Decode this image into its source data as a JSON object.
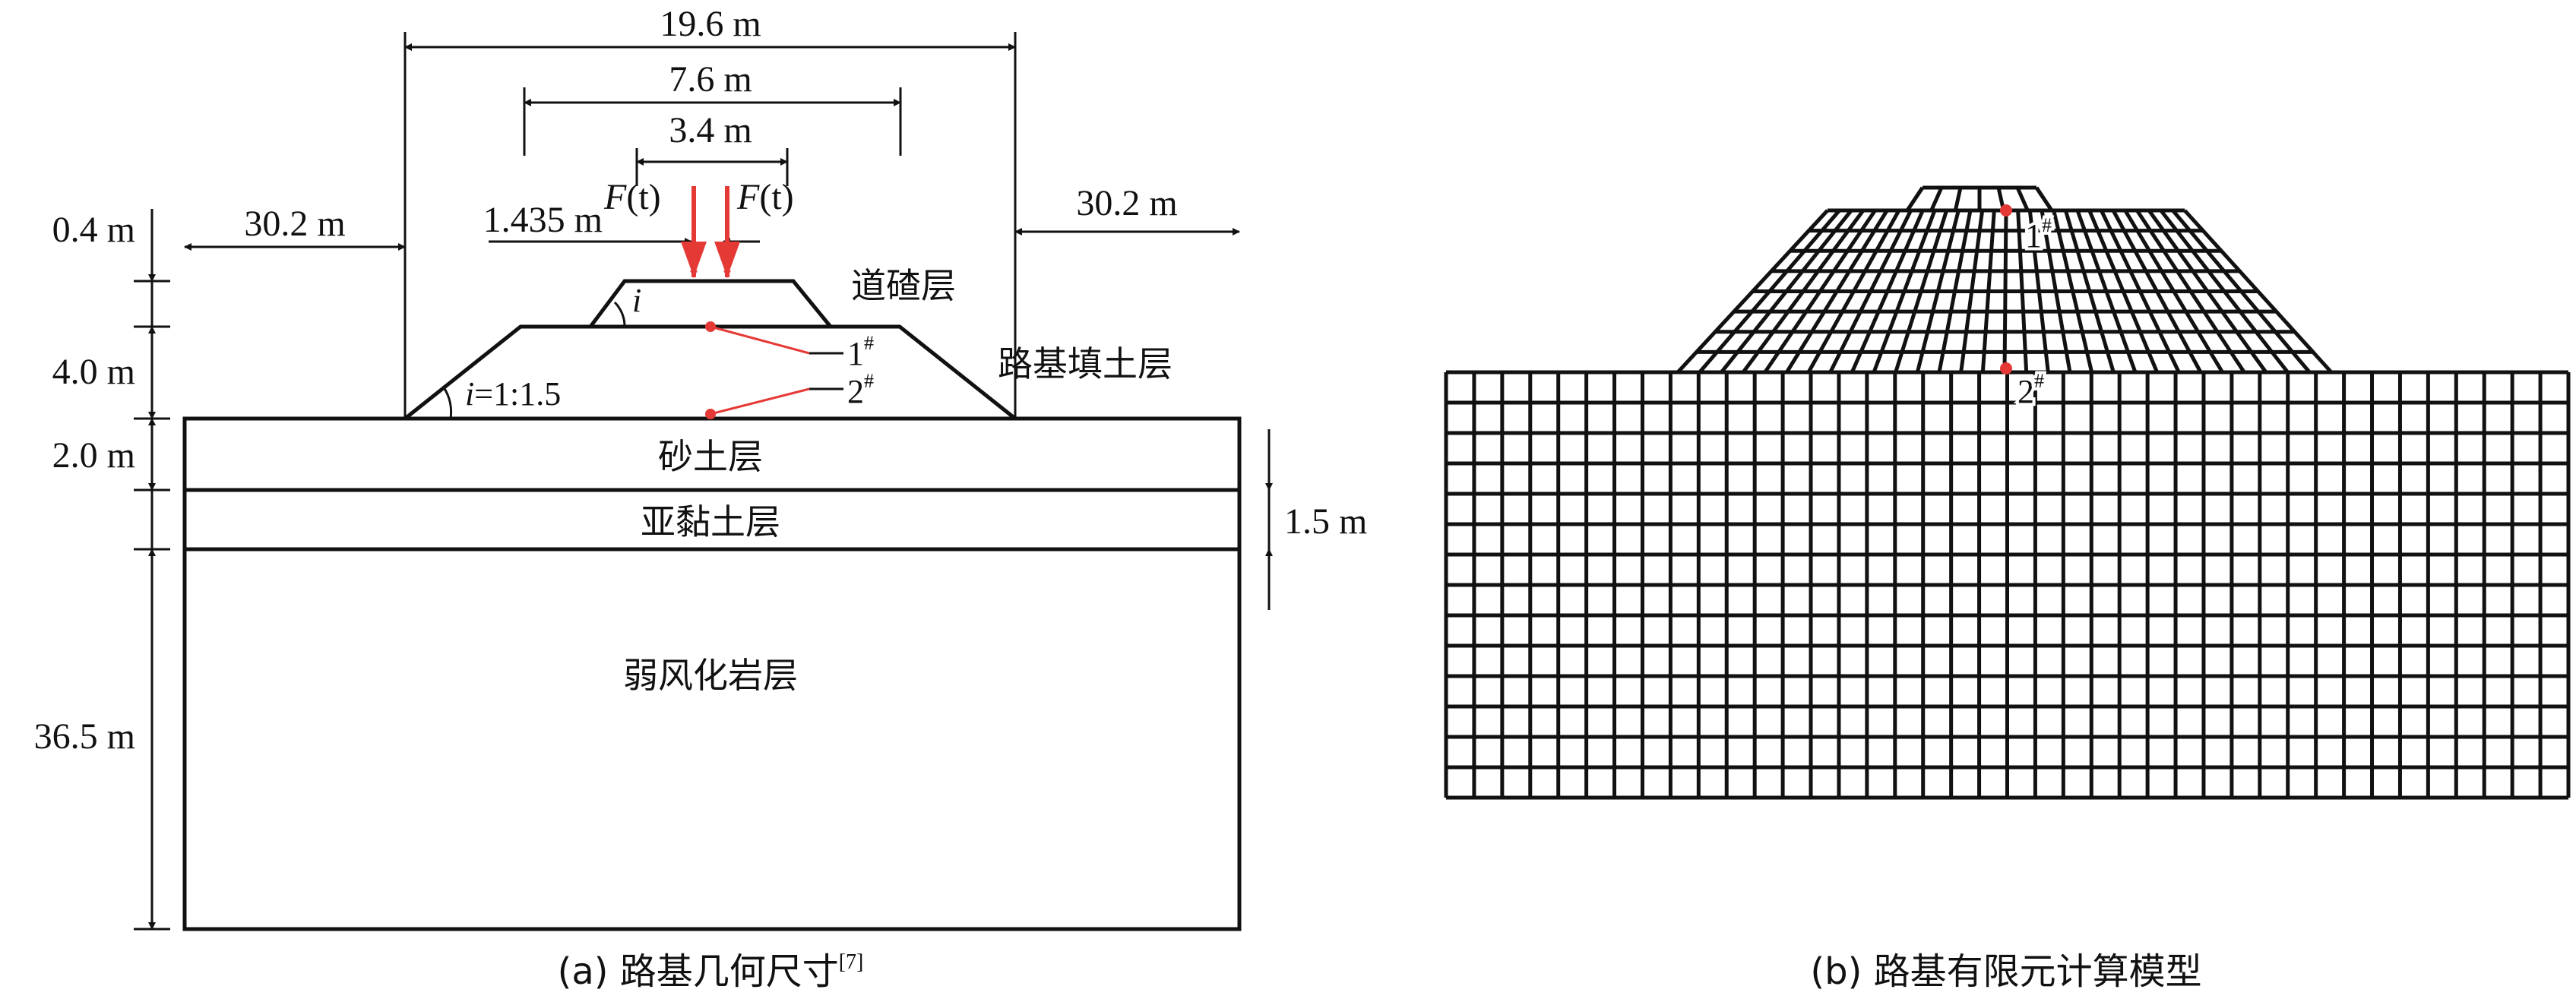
{
  "panel_a": {
    "caption": "(a) 路基几何尺寸",
    "caption_ref": "[7]",
    "dims": {
      "total_width": "19.6 m",
      "subgrade_top_width": "7.6 m",
      "ballast_top_width": "3.4 m",
      "gauge": "1.435 m",
      "left_ext": "30.2 m",
      "right_ext": "30.2 m",
      "ballast_height": "0.4 m",
      "fill_height": "4.0 m",
      "sand_thickness": "2.0 m",
      "clay_thickness": "1.5 m",
      "rock_thickness": "36.5 m"
    },
    "load_label_F": "F",
    "load_label_t": "(t)",
    "slope_ballast": "i",
    "slope_fill_i": "i",
    "slope_fill_ratio": "=1:1.5",
    "point1": "1",
    "point2": "2",
    "point_sup": "#",
    "layers": {
      "ballast": "道碴层",
      "fill": "路基填土层",
      "sand": "砂土层",
      "clay": "亚黏土层",
      "rock": "弱风化岩层"
    }
  },
  "panel_b": {
    "caption": "(b) 路基有限元计算模型",
    "point1": "1",
    "point2": "2",
    "point_sup": "#"
  },
  "colors": {
    "line": "#111111",
    "load_arrow": "#e53935",
    "monitor_point": "#e53935"
  }
}
